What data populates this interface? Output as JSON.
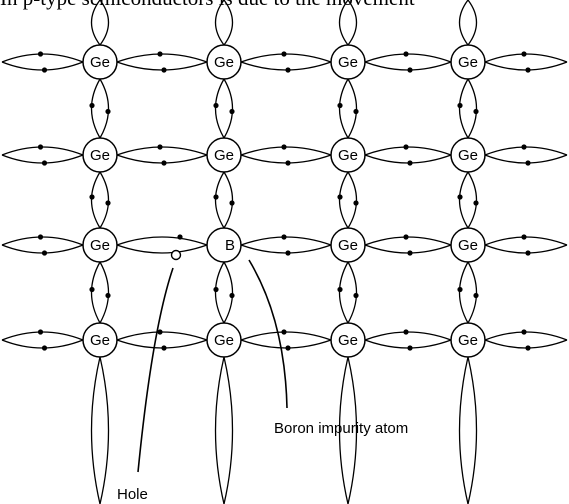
{
  "header_text": "In p-type semiconductors is due to the movement",
  "lattice": {
    "cols": 4,
    "rows": 4,
    "atom_label": "Ge",
    "impurity": {
      "row": 3,
      "col": 2,
      "label": "B"
    },
    "hole": {
      "row": 3,
      "between_cols": [
        1,
        2
      ]
    }
  },
  "labels": {
    "boron": "Boron impurity atom",
    "hole": "Hole"
  }
}
